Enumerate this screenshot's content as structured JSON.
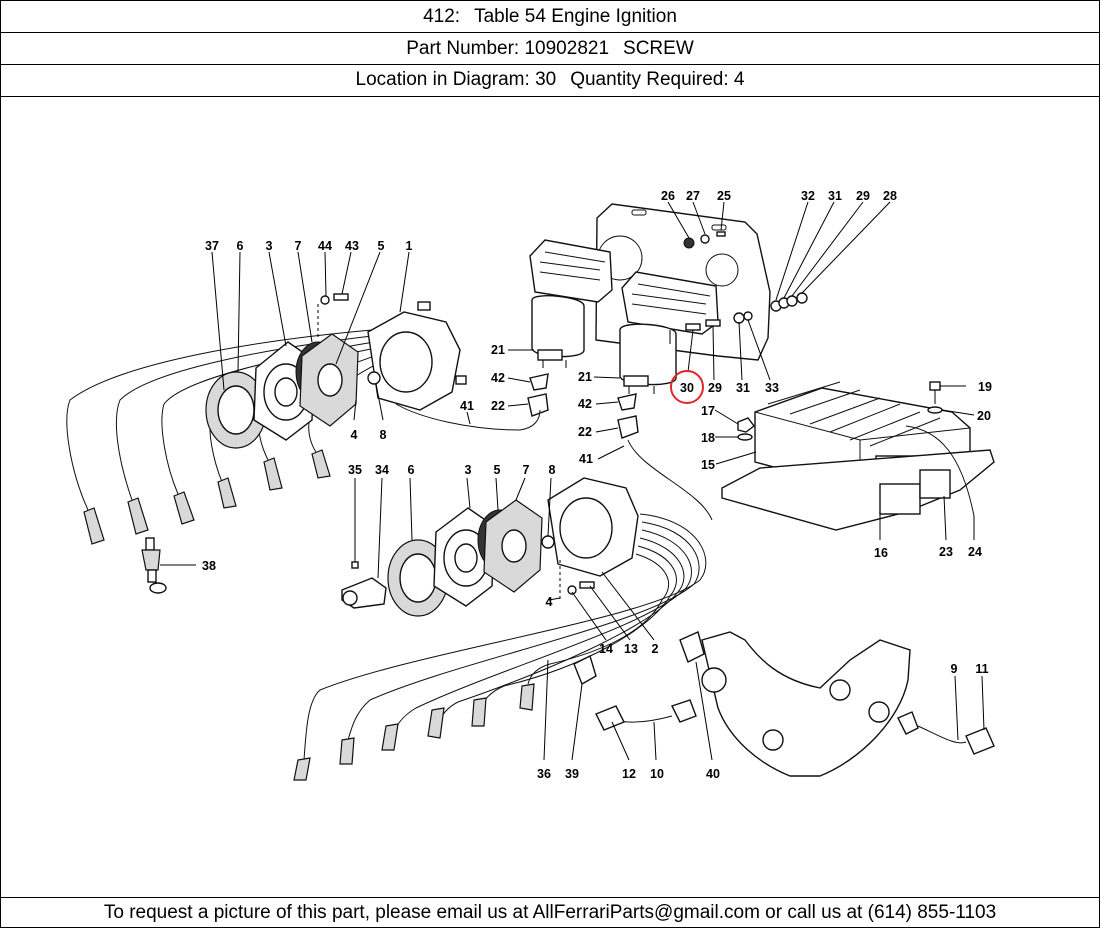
{
  "header": {
    "title_number": "412:",
    "title_text": "Table 54 Engine Ignition",
    "part_number_label": "Part Number:",
    "part_number": "10902821",
    "part_name": "SCREW",
    "location_label": "Location in Diagram:",
    "location": "30",
    "quantity_label": "Quantity Required:",
    "quantity": "4"
  },
  "diagram": {
    "highlighted_callout": "30",
    "highlight_color": "#e0262b",
    "callouts": {
      "c26": "26",
      "c27": "27",
      "c25": "25",
      "c32": "32",
      "c31a": "31",
      "c29a": "29",
      "c28": "28",
      "c37": "37",
      "c6a": "6",
      "c3a": "3",
      "c7a": "7",
      "c44": "44",
      "c43": "43",
      "c5a": "5",
      "c1": "1",
      "c21a": "21",
      "c42a": "42",
      "c22a": "22",
      "c21b": "21",
      "c42b": "42",
      "c22b": "22",
      "c30": "30",
      "c29b": "29",
      "c31b": "31",
      "c33": "33",
      "c19": "19",
      "c20": "20",
      "c17": "17",
      "c18": "18",
      "c15": "15",
      "c4a": "4",
      "c8a": "8",
      "c41a": "41",
      "c41b": "41",
      "c35": "35",
      "c34": "34",
      "c6b": "6",
      "c3b": "3",
      "c5b": "5",
      "c7b": "7",
      "c8b": "8",
      "c38": "38",
      "c4b": "4",
      "c14": "14",
      "c13": "13",
      "c2": "2",
      "c16": "16",
      "c23": "23",
      "c24": "24",
      "c9": "9",
      "c11": "11",
      "c36": "36",
      "c39": "39",
      "c12": "12",
      "c10": "10",
      "c40": "40"
    }
  },
  "footer": {
    "text": "To request a picture of this part, please email us at AllFerrariParts@gmail.com or call us at (614) 855-1103"
  }
}
